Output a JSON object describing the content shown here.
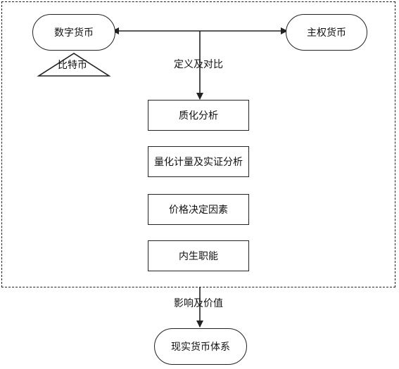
{
  "nodes": {
    "digital_currency": "数字货币",
    "bitcoin": "比特币",
    "sovereign_currency": "主权货币",
    "definition_compare": "定义及对比",
    "qualitative": "质化分析",
    "quantitative": "量化计量及实证分析",
    "price_factors": "价格决定因素",
    "intrinsic": "内生职能",
    "impact_value": "影响及价值",
    "real_system": "现实货币体系"
  },
  "colors": {
    "stroke": "#222222",
    "background": "#ffffff"
  }
}
